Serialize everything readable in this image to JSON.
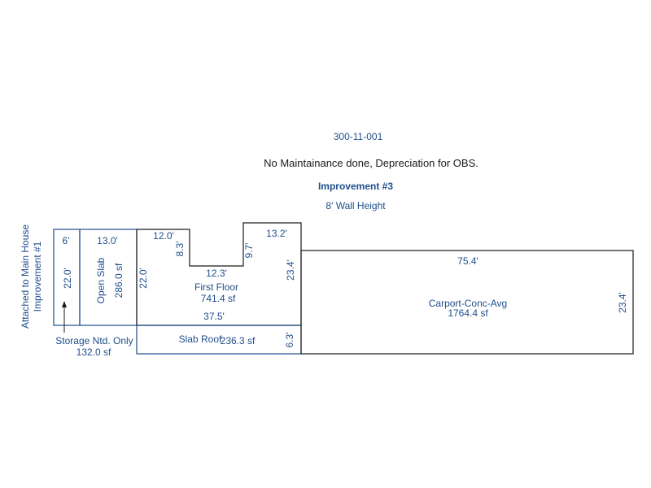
{
  "header": {
    "parcel_id": "300-11-001",
    "note": "No Maintainance done, Depreciation for OBS.",
    "improvement": "Improvement #3",
    "wall_height": "8' Wall Height"
  },
  "colors": {
    "label_blue": "#1f4e8c",
    "blue_outline": "#1f4e8c",
    "black_outline": "#1a1a1a"
  },
  "attached_label": {
    "line1": "Attached to Main House",
    "line2": "Improvement #1"
  },
  "storage": {
    "name": "Storage Ntd. Only",
    "area": "132.0 sf",
    "width": "6'",
    "depth": "22.0'"
  },
  "open_slab": {
    "name": "Open Slab",
    "area": "286.0 sf",
    "width": "13.0'"
  },
  "first_floor": {
    "name": "First Floor",
    "area": "741.4 sf",
    "left_top": "12.0'",
    "left_notch": "8.3'",
    "notch_bottom": "12.3'",
    "right_notch": "9.7'",
    "right_top": "13.2'",
    "left_side": "22.0'",
    "right_side": "23.4'",
    "bottom": "37.5'"
  },
  "slab_roof": {
    "name": "Slab Roof",
    "area": "236.3 sf",
    "depth": "6.3'"
  },
  "carport": {
    "name": "Carport-Conc-Avg",
    "area": "1764.4 sf",
    "width": "75.4'",
    "depth": "23.4'"
  }
}
